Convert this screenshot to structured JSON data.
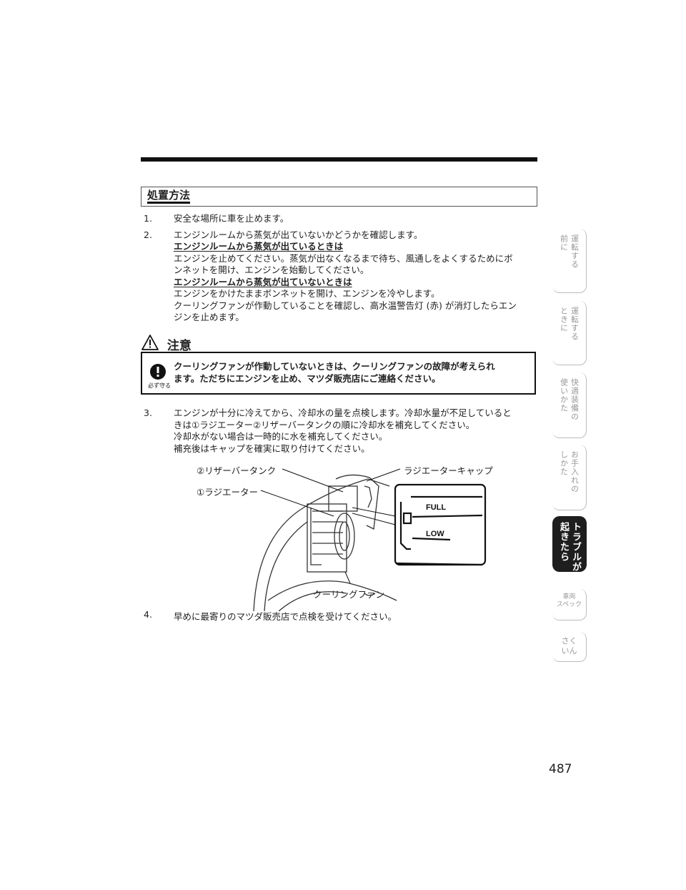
{
  "section_heading": "処置方法",
  "steps_top": [
    {
      "num": "1.",
      "lines": [
        "安全な場所に車を止めます。"
      ]
    },
    {
      "num": "2.",
      "lines": [
        "エンジンルームから蒸気が出ていないかどうかを確認します。"
      ],
      "sub1": {
        "heading": "エンジンルームから蒸気が出ているときは",
        "body": [
          "エンジンを止めてください。蒸気が出なくなるまで待ち、風通しをよくするためにボ",
          "ンネットを開け、エンジンを始動してください。"
        ]
      },
      "sub2": {
        "heading": "エンジンルームから蒸気が出ていないときは",
        "body": [
          "エンジンをかけたままボンネットを開け、エンジンを冷やします。",
          "クーリングファンが作動していることを確認し、高水温警告灯 (赤) が消灯したらエン",
          "ジンを止めます。"
        ]
      }
    }
  ],
  "caution": {
    "title": "注意",
    "mark_label": "必ず守る",
    "lines": [
      "クーリングファンが作動していないときは、クーリングファンの故障が考えられ",
      "ます。ただちにエンジンを止め、マツダ販売店にご連絡ください。"
    ]
  },
  "step3": {
    "num": "3.",
    "lines": [
      "エンジンが十分に冷えてから、冷却水の量を点検します。冷却水量が不足していると",
      "きは①ラジエーター②リザーバータンクの順に冷却水を補充してください。",
      "冷却水がない場合は一時的に水を補充してください。",
      "補充後はキャップを確実に取り付けてください。"
    ]
  },
  "figure": {
    "reserve_tank": "②リザーバータンク",
    "radiator_cap": "ラジエーターキャップ",
    "radiator": "①ラジエーター",
    "cooling_fan": "クーリングファン",
    "full": "FULL",
    "low": "LOW"
  },
  "step4": {
    "num": "4.",
    "text": "早めに最寄りのマツダ販売店で点検を受けてください。"
  },
  "side_tabs": [
    {
      "cols": [
        "運転する",
        "前に"
      ]
    },
    {
      "cols": [
        "運転する",
        "ときに"
      ]
    },
    {
      "cols": [
        "快適装備の",
        "使いかた"
      ]
    },
    {
      "cols": [
        "お手入れの",
        "しかた"
      ]
    },
    {
      "cols": [
        "トラブルが",
        "起きたら"
      ],
      "active": true
    },
    {
      "lines": [
        "車両",
        "スペック"
      ]
    },
    {
      "lines": [
        "さく",
        "いん"
      ]
    }
  ],
  "page_number": "487"
}
